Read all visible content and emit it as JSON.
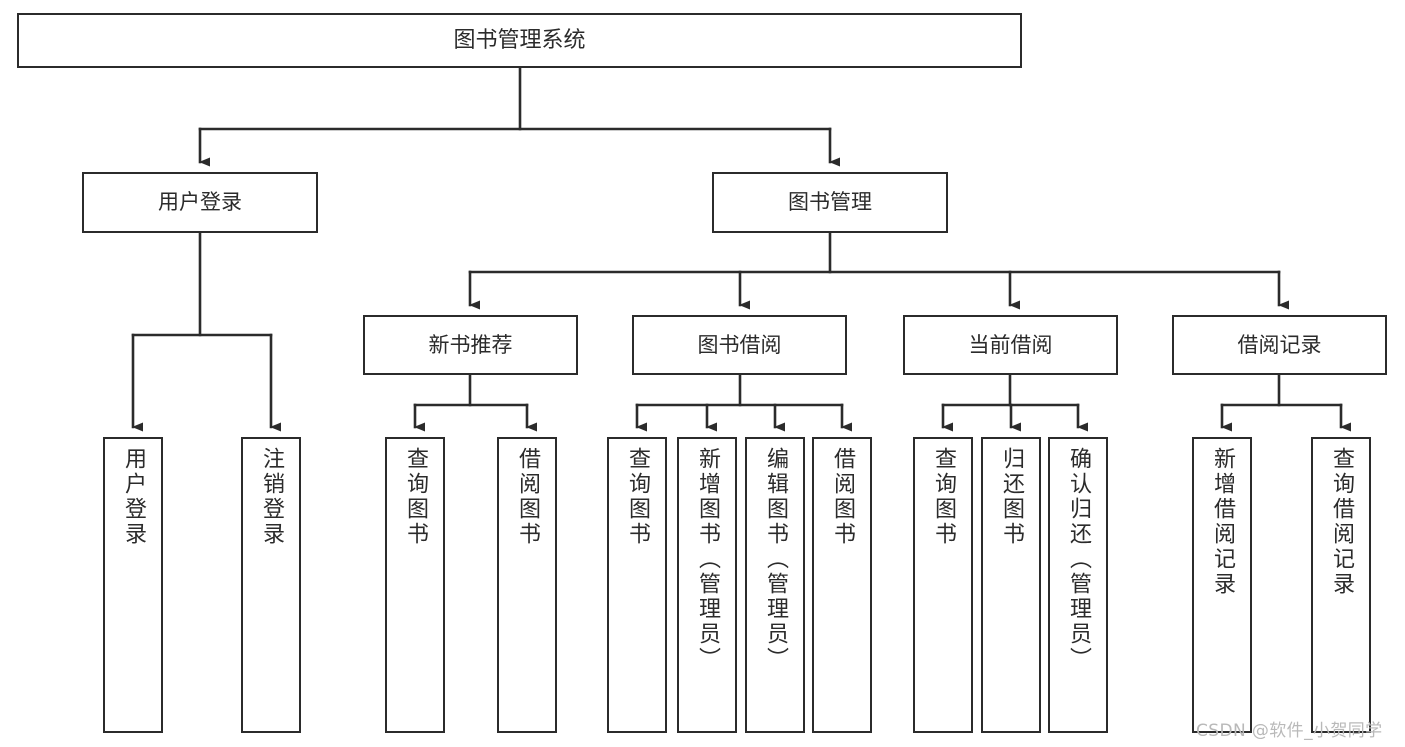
{
  "diagram": {
    "title": "图书管理系统",
    "watermark": "CSDN @软件_小贺同学",
    "stroke_color": "#2b2b2b",
    "background_color": "#ffffff",
    "watermark_color": "#b9b9b9",
    "nodes": {
      "root": "图书管理系统",
      "level2": [
        "用户登录",
        "图书管理"
      ],
      "level3": [
        "新书推荐",
        "图书借阅",
        "当前借阅",
        "借阅记录"
      ],
      "leaves": {
        "user_login": [
          "用户登录",
          "注销登录"
        ],
        "new_book_recommend": [
          "查询图书",
          "借阅图书"
        ],
        "book_borrow": [
          "查询图书",
          "新增图书（管理员）",
          "编辑图书（管理员）",
          "借阅图书"
        ],
        "current_borrow": [
          "查询图书",
          "归还图书",
          "确认归还（管理员）"
        ],
        "borrow_record": [
          "新增借阅记录",
          "查询借阅记录"
        ]
      }
    }
  }
}
